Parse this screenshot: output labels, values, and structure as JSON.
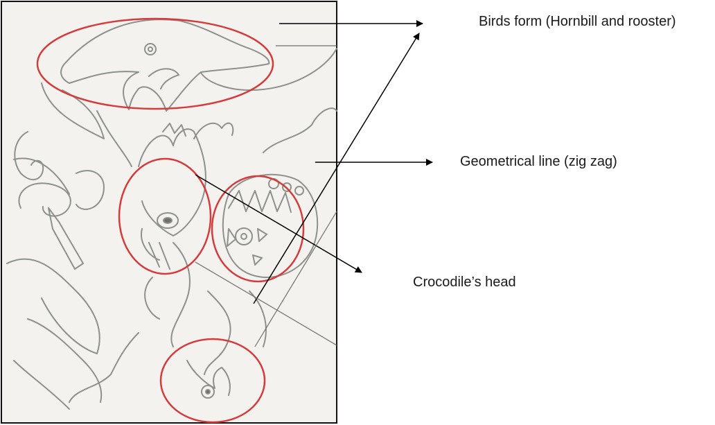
{
  "labels": {
    "birds": "Birds form (Hornbill and rooster)",
    "zigzag": "Geometrical line (zig zag)",
    "crocodile": "Crocodile’s head"
  },
  "colors": {
    "highlight": "#d63b3b",
    "sketch": "#8a8d8a",
    "paper": "#f4f2ee",
    "arrow": "#000000"
  }
}
